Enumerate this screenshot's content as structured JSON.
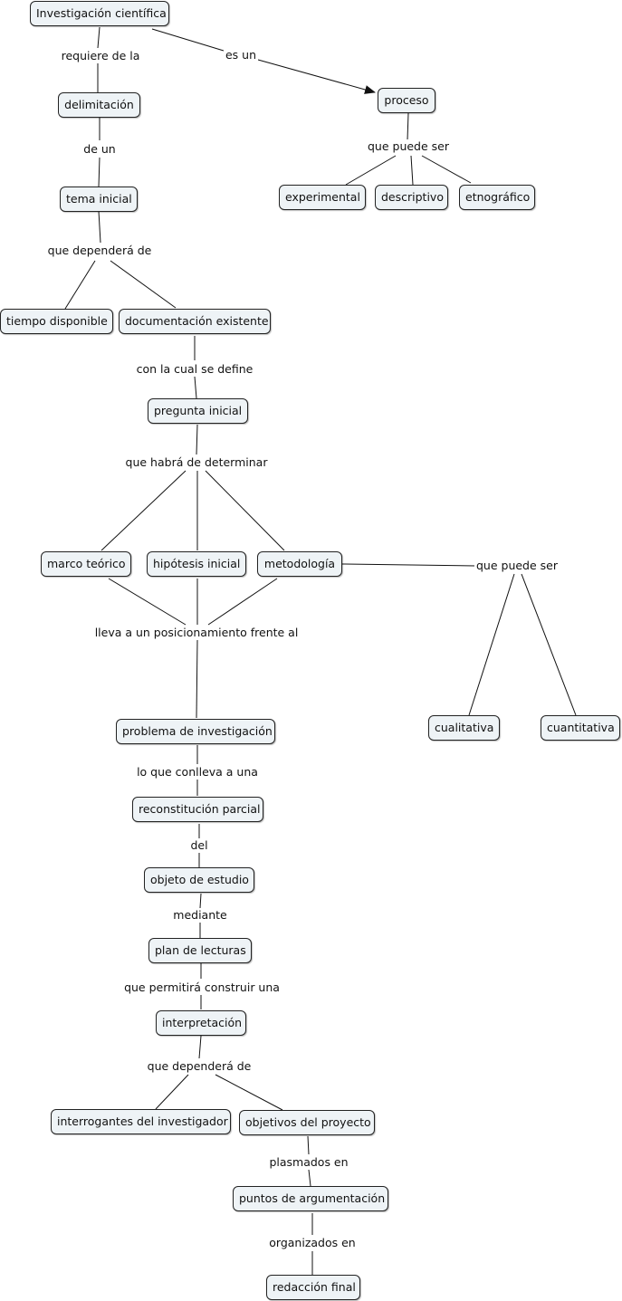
{
  "nodes": {
    "investigacion": "Investigación científica",
    "proceso": "proceso",
    "experimental": "experimental",
    "descriptivo": "descriptivo",
    "etnografico": "etnográfico",
    "delimitacion": "delimitación",
    "tema_inicial": "tema inicial",
    "tiempo_disponible": "tiempo disponible",
    "documentacion_existente": "documentación existente",
    "pregunta_inicial": "pregunta inicial",
    "marco_teorico": "marco teórico",
    "hipotesis_inicial": "hipótesis inicial",
    "metodologia": "metodología",
    "cualitativa": "cualitativa",
    "cuantitativa": "cuantitativa",
    "problema_investigacion": "problema de investigación",
    "reconstitucion_parcial": "reconstitución parcial",
    "objeto_estudio": "objeto de estudio",
    "plan_lecturas": "plan de lecturas",
    "interpretacion": "interpretación",
    "interrogantes_investigador": "interrogantes del investigador",
    "objetivos_proyecto": "objetivos del proyecto",
    "puntos_argumentacion": "puntos de argumentación",
    "redaccion_final": "redacción final"
  },
  "links": {
    "requiere_de_la": "requiere de la",
    "es_un": "es un",
    "que_puede_ser_1": "que puede ser",
    "de_un": "de un",
    "que_dependera_de_1": "que dependerá de",
    "con_la_cual_se_define": "con la cual se define",
    "que_habra_de_determinar": "que habrá de determinar",
    "que_puede_ser_2": "que puede ser",
    "lleva_a_un_posicionamiento": "lleva a un posicionamiento frente al",
    "lo_que_conlleva_a_una": "lo que conlleva a una",
    "del": "del",
    "mediante": "mediante",
    "que_permitira_construir_una": "que permitirá construir una",
    "que_dependera_de_2": "que dependerá de",
    "plasmados_en": "plasmados en",
    "organizados_en": "organizados en"
  }
}
